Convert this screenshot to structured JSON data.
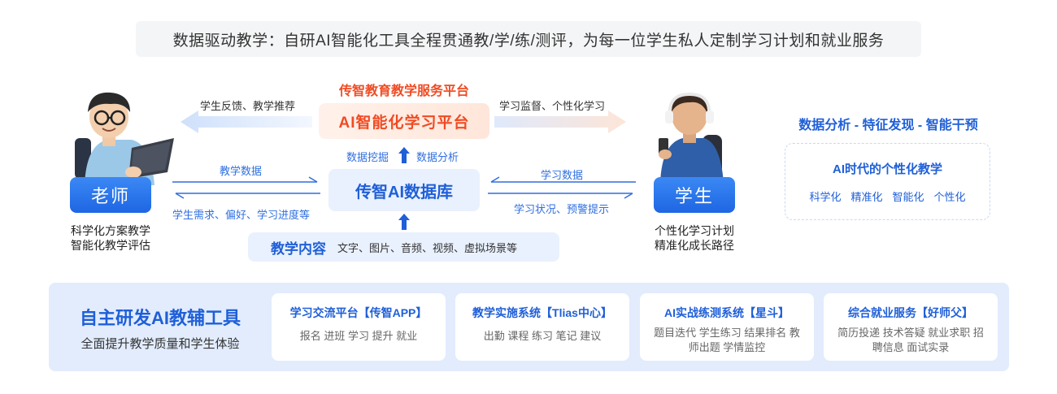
{
  "banner": "数据驱动教学：自研AI智能化工具全程贯通教/学/练/测评，为每一位学生私人定制学习计划和就业服务",
  "platform": {
    "title": "传智教育教学服务平台",
    "name": "AI智能化学习平台"
  },
  "flows": {
    "left_top": "学生反馈、教学推荐",
    "right_top": "学习监督、个性化学习",
    "mining": "数据挖掘",
    "analysis": "数据分析",
    "teaching_data": "教学数据",
    "student_needs": "学生需求、偏好、学习进度等",
    "learning_data": "学习数据",
    "learning_status": "学习状况、预警提示"
  },
  "database": "传智AI数据库",
  "content": {
    "title": "教学内容",
    "items": "文字、图片、音频、视频、虚拟场景等"
  },
  "teacher": {
    "label": "老师",
    "caption1": "科学化方案教学",
    "caption2": "智能化教学评估"
  },
  "student": {
    "label": "学生",
    "caption1": "个性化学习计划",
    "caption2": "精准化成长路径"
  },
  "right_panel": {
    "headline": "数据分析 - 特征发现 - 智能干预",
    "box_title": "AI时代的个性化教学",
    "tags": [
      "科学化",
      "精准化",
      "智能化",
      "个性化"
    ]
  },
  "bottom": {
    "title": "自主研发AI教辅工具",
    "subtitle": "全面提升教学质量和学生体验",
    "cards": [
      {
        "title": "学习交流平台【传智APP】",
        "items": "报名  进班  学习  提升  就业"
      },
      {
        "title": "教学实施系统【Tlias中心】",
        "items": "出勤  课程  练习  笔记  建议"
      },
      {
        "title": "AI实战练测系统【星斗】",
        "items": "题目迭代  学生练习  结果排名  教师出题  学情监控"
      },
      {
        "title": "综合就业服务【好师父】",
        "items": "简历投递  技术答疑  就业求职  招聘信息  面试实录"
      }
    ]
  },
  "colors": {
    "accent_blue": "#1f5fd8",
    "accent_orange": "#f04b23",
    "panel_bg": "#e2ecfd"
  }
}
